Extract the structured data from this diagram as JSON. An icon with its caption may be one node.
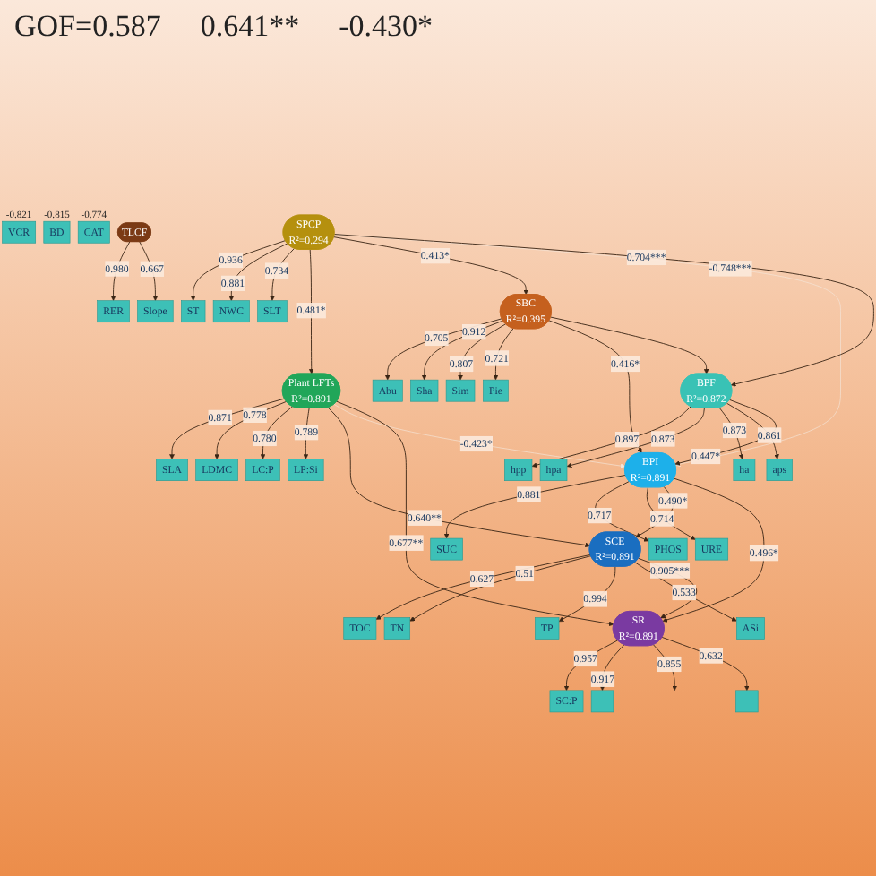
{
  "diagram": {
    "nodes": [
      {
        "text": [
          "RER"
        ]
      },
      {
        "text": [
          "VCR"
        ],
        "beside": [
          "-0.821"
        ]
      },
      {
        "text": [
          "Slope"
        ]
      },
      {
        "text": [
          "TLCF"
        ]
      },
      {
        "text": [
          "ST"
        ]
      },
      {
        "text": [
          "NWC"
        ]
      },
      {
        "text": [
          "BD"
        ],
        "beside": [
          "-0.815"
        ]
      },
      {
        "text": [
          "SLT"
        ]
      },
      {
        "text": [
          "SPCP",
          "R²=0.294"
        ]
      },
      {
        "text": [
          "SLA"
        ]
      },
      {
        "text": [
          "LDMC"
        ]
      },
      {
        "text": [
          "LC:P"
        ]
      },
      {
        "text": [
          "LP:Si"
        ]
      },
      {
        "text": [
          "Plant LFTs",
          "R²=0.891"
        ]
      },
      {
        "text": [
          "Abu"
        ]
      },
      {
        "text": [
          "Sha"
        ]
      },
      {
        "text": [
          "Sim"
        ]
      },
      {
        "text": [
          "Pie"
        ]
      },
      {
        "text": [
          "SBC",
          "R²=0.395"
        ]
      },
      {
        "text": [
          "hpp"
        ]
      },
      {
        "text": [
          "hpa"
        ]
      },
      {
        "text": [
          "ha"
        ]
      },
      {
        "text": [
          "aps"
        ]
      },
      {
        "text": [
          "BPF",
          "R²=0.872"
        ]
      },
      {
        "text": [
          "SUC"
        ]
      },
      {
        "text": [
          "PHOS"
        ]
      },
      {
        "text": [
          "CAT"
        ],
        "beside": [
          "-0.774"
        ]
      },
      {
        "text": [
          "URE"
        ]
      },
      {
        "text": [
          "BPI",
          "R²=0.891"
        ]
      },
      {
        "text": [
          "TOC"
        ]
      },
      {
        "text": [
          "TN"
        ]
      },
      {
        "text": [
          "TP"
        ]
      },
      {
        "text": [
          "ASi"
        ]
      },
      {
        "text": [
          "SCE",
          "R²=0.891"
        ]
      },
      {
        "text": [
          "SC:P"
        ]
      },
      {
        "text": [],
        "shape": "box"
      },
      {
        "text": [],
        "shape": "box"
      },
      {
        "text": [
          "SR",
          "R²=0.891"
        ]
      }
    ],
    "edges": [
      {
        "from": 3,
        "to": 0,
        "arrow": "to",
        "label": "0.980"
      },
      {
        "from": 3,
        "to": 2,
        "arrow": "to",
        "label": "0.667"
      },
      {
        "from": 8,
        "to": 4,
        "arrow": "to",
        "label": "0.936"
      },
      {
        "from": 8,
        "to": 5,
        "arrow": "to",
        "label": "0.881"
      },
      {
        "from": 8,
        "to": 7,
        "arrow": "to",
        "label": "0.734"
      },
      {
        "from": 13,
        "to": 9,
        "arrow": "to",
        "label": "0.871"
      },
      {
        "from": 13,
        "to": 10,
        "arrow": "to",
        "label": "0.778"
      },
      {
        "from": 13,
        "to": 11,
        "arrow": "to",
        "label": "0.780"
      },
      {
        "from": 13,
        "to": 12,
        "arrow": "to",
        "label": "0.789"
      },
      {
        "from": 8,
        "to": 13,
        "arrow": "to",
        "label": "0.481*"
      },
      {
        "from": 8,
        "to": 18,
        "arrow": "to",
        "label": "0.413*"
      },
      {
        "from": 8,
        "to": 28,
        "arrow": "to",
        "label": "-0.748***",
        "color": "#f4e6da"
      },
      {
        "from": 8,
        "to": 23,
        "arrow": "to",
        "label": "0.704***"
      },
      {
        "from": 13,
        "to": 33,
        "arrow": "to",
        "label": "0.640**"
      },
      {
        "from": 13,
        "to": 28,
        "arrow": "to",
        "label": "-0.423*",
        "color": "#f4e6da"
      },
      {
        "from": 13,
        "to": 37,
        "arrow": "to",
        "label": "0.677**"
      },
      {
        "from": 18,
        "to": 14,
        "arrow": "to",
        "label": "0.705"
      },
      {
        "from": 18,
        "to": 15,
        "arrow": "to",
        "label": "0.912"
      },
      {
        "from": 18,
        "to": 16,
        "arrow": "to",
        "label": "0.807"
      },
      {
        "from": 18,
        "to": 17,
        "arrow": "to",
        "label": "0.721"
      },
      {
        "from": 18,
        "to": 28,
        "arrow": "to",
        "label": "0.416*"
      },
      {
        "from": 18,
        "to": 23,
        "arrow": "to"
      },
      {
        "from": 23,
        "to": 19,
        "arrow": "to",
        "label": "0.897"
      },
      {
        "from": 23,
        "to": 20,
        "arrow": "to",
        "label": "0.873"
      },
      {
        "from": 23,
        "to": 21,
        "arrow": "to",
        "label": "0.873"
      },
      {
        "from": 23,
        "to": 22,
        "arrow": "to",
        "label": "0.861"
      },
      {
        "from": 23,
        "to": 28,
        "arrow": "to",
        "label": "0.447*"
      },
      {
        "from": 28,
        "to": 24,
        "arrow": "to",
        "label": "0.881"
      },
      {
        "from": 28,
        "to": 25,
        "arrow": "to",
        "label": "0.717"
      },
      {
        "from": 28,
        "to": 27,
        "arrow": "to",
        "label": "0.714"
      },
      {
        "from": 28,
        "to": 33,
        "arrow": "to",
        "label": "0.490*"
      },
      {
        "from": 28,
        "to": 37,
        "arrow": "to",
        "label": "0.496*"
      },
      {
        "from": 33,
        "to": 29,
        "arrow": "to",
        "label": "0.627"
      },
      {
        "from": 33,
        "to": 30,
        "arrow": "to",
        "label": "0.51"
      },
      {
        "from": 33,
        "to": 31,
        "arrow": "to",
        "label": "0.994"
      },
      {
        "from": 33,
        "to": 32,
        "arrow": "to",
        "label": "0.533"
      },
      {
        "from": 33,
        "to": 37,
        "arrow": "to",
        "label": "0.905***"
      },
      {
        "from": 37,
        "to": 34,
        "arrow": "to",
        "label": "0.957"
      },
      {
        "from": 37,
        "to": 35,
        "arrow": "to",
        "label": "0.917"
      },
      {
        "from": 37,
        "to": null,
        "arrow": "to",
        "label": "0.855"
      },
      {
        "from": 37,
        "to": 36,
        "arrow": "to",
        "label": "0.632"
      }
    ],
    "labels": [
      "GOF=0.587",
      "0.641**",
      "-0.430*"
    ]
  }
}
